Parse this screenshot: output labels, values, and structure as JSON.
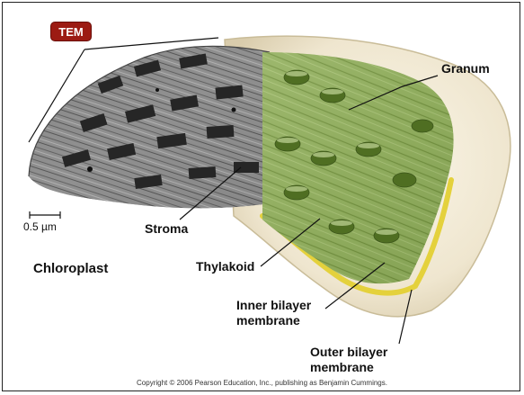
{
  "badge": {
    "text": "TEM"
  },
  "scale_bar": {
    "label": "0.5 µm"
  },
  "title": "Chloroplast",
  "labels": {
    "granum": "Granum",
    "stroma": "Stroma",
    "thylakoid": "Thylakoid",
    "inner_membrane_line1": "Inner bilayer",
    "inner_membrane_line2": "membrane",
    "outer_membrane_line1": "Outer bilayer",
    "outer_membrane_line2": "membrane"
  },
  "copyright": "Copyright © 2006 Pearson Education, Inc., publishing as Benjamin Cummings.",
  "colors": {
    "badge": "#9c1b13",
    "thylakoid_green": "#7c9a3a",
    "outer_membrane": "#efe9d4",
    "inner_membrane": "#e8d84a",
    "tem_gray": "#8a8a8a"
  }
}
